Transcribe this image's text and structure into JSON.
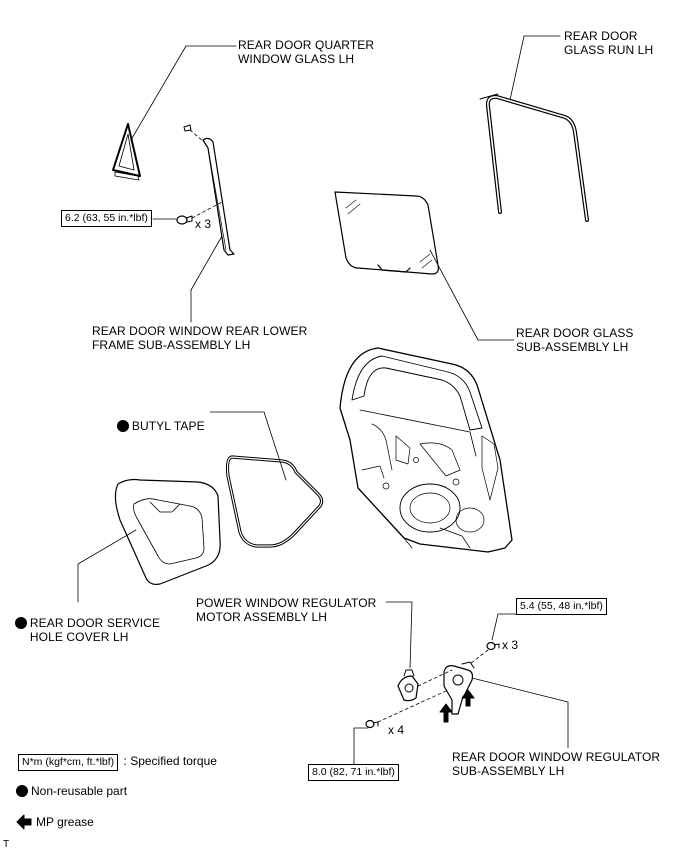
{
  "labels": {
    "quarter_glass": "REAR DOOR QUARTER\nWINDOW GLASS LH",
    "glass_run": "REAR DOOR\nGLASS RUN LH",
    "lower_frame": "REAR DOOR WINDOW REAR LOWER\nFRAME SUB-ASSEMBLY LH",
    "door_glass": "REAR DOOR GLASS\nSUB-ASSEMBLY LH",
    "butyl_tape": "BUTYL TAPE",
    "hole_cover": "REAR DOOR SERVICE\nHOLE COVER LH",
    "motor": "POWER WINDOW REGULATOR\nMOTOR ASSEMBLY LH",
    "regulator": "REAR DOOR WINDOW REGULATOR\nSUB-ASSEMBLY LH"
  },
  "torques": {
    "frame": "6.2 (63, 55 in.*lbf)",
    "regulator_upper": "5.4 (55, 48 in.*lbf)",
    "regulator_lower": "8.0 (82, 71 in.*lbf)"
  },
  "quantities": {
    "frame": "x 3",
    "regulator_upper": "x 3",
    "regulator_lower": "x 4"
  },
  "legend": {
    "torque_box": "N*m (kgf*cm, ft.*lbf)",
    "torque_text": ": Specified torque",
    "non_reusable": "Non-reusable part",
    "grease": "MP grease"
  },
  "corner_mark": "T",
  "icons": {
    "non_reusable": "filled-circle-icon",
    "grease": "arrow-left-icon"
  }
}
